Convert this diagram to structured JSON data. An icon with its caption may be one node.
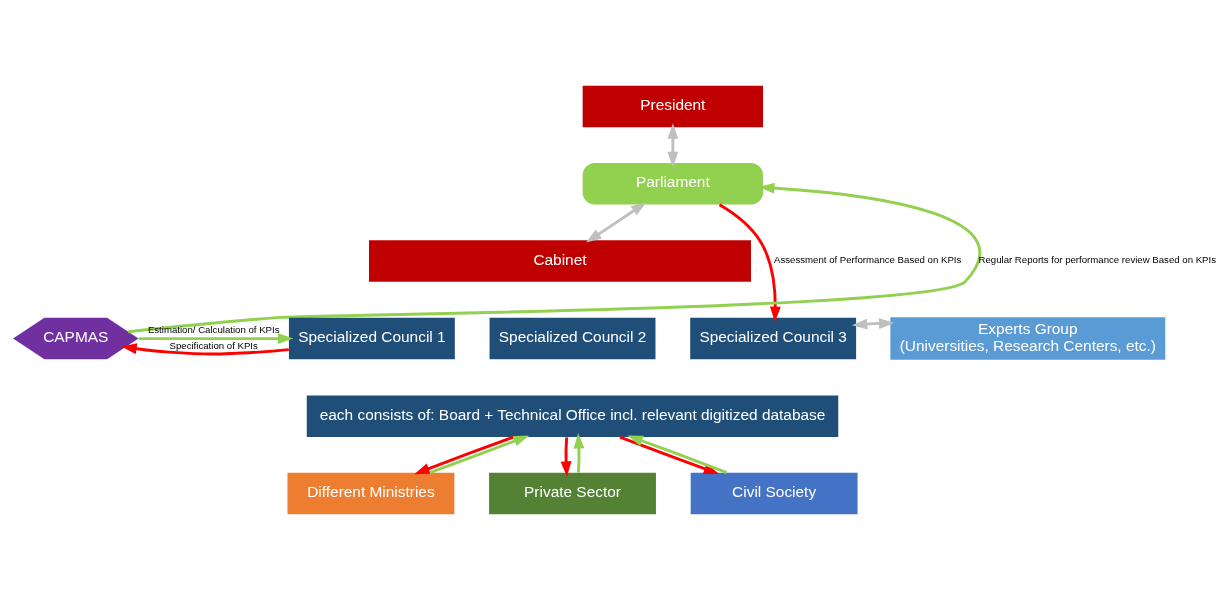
{
  "diagram": {
    "nodes": [
      {
        "text": [
          "President"
        ]
      },
      {
        "text": [
          "Parliament"
        ]
      },
      {
        "text": [
          "Cabinet"
        ]
      },
      {
        "text": [
          "CAPMAS"
        ]
      },
      {
        "text": [
          "Specialized Council 1"
        ]
      },
      {
        "text": [
          "Specialized Council 2"
        ]
      },
      {
        "text": [
          "Specialized Council 3"
        ]
      },
      {
        "text": [
          "Experts Group",
          "(Universities, Research Centers, etc.)"
        ]
      },
      {
        "text": [
          "each consists of: Board + Technical Office incl. relevant digitized database"
        ]
      },
      {
        "text": [
          "Different Ministries"
        ]
      },
      {
        "text": [
          "Private Sector"
        ]
      },
      {
        "text": [
          "Civil Society"
        ]
      }
    ],
    "edges": [
      {
        "from": 0,
        "to": 1,
        "arrow": "both",
        "color": "#bfbfbf"
      },
      {
        "from": 1,
        "to": 2,
        "arrow": "both",
        "color": "#bfbfbf"
      },
      {
        "from": 3,
        "to": 1,
        "arrow": "to",
        "label": "Regular Reports for performance review Based on KPIs",
        "color": "#92d050"
      },
      {
        "from": 1,
        "to": 6,
        "arrow": "to",
        "label": "Assessment of Performance Based on KPIs",
        "color": "#ff0000"
      },
      {
        "from": 3,
        "to": 4,
        "arrow": "to",
        "label": "Estimation/ Calculation of KPIs",
        "color": "#92d050"
      },
      {
        "from": 4,
        "to": 3,
        "arrow": "to",
        "label": "Specification of KPIs",
        "color": "#ff0000"
      },
      {
        "from": 7,
        "to": 6,
        "arrow": "both",
        "color": "#bfbfbf"
      },
      {
        "from": 8,
        "to": 9,
        "arrow": "to",
        "color": "#ff0000"
      },
      {
        "from": 9,
        "to": 8,
        "arrow": "to",
        "color": "#92d050"
      },
      {
        "from": 8,
        "to": 10,
        "arrow": "to",
        "color": "#ff0000"
      },
      {
        "from": 10,
        "to": 8,
        "arrow": "to",
        "color": "#92d050"
      },
      {
        "from": 8,
        "to": 11,
        "arrow": "to",
        "color": "#ff0000"
      },
      {
        "from": 11,
        "to": 8,
        "arrow": "to",
        "color": "#92d050"
      }
    ]
  }
}
